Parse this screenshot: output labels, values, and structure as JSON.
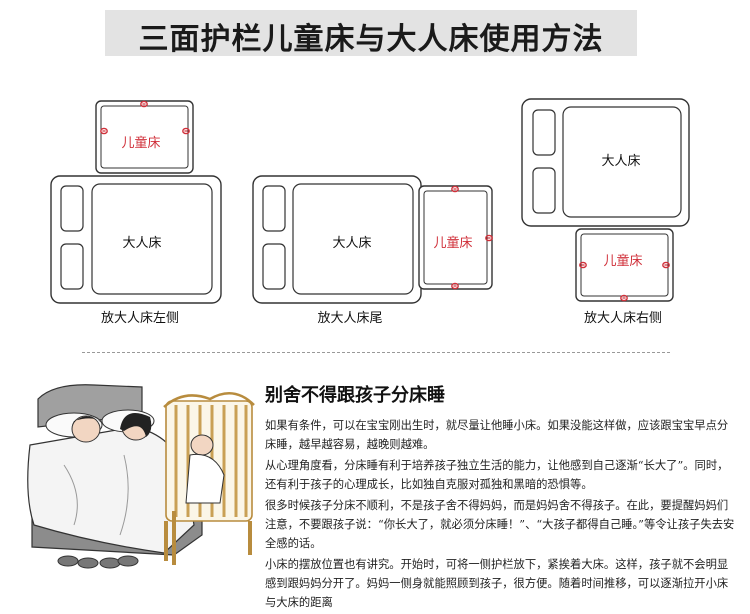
{
  "title": "三面护栏儿童床与大人床使用方法",
  "diagram": {
    "adult_bed_label": "大人床",
    "child_bed_label": "儿童床",
    "captions": {
      "left": "放大人床左侧",
      "tail": "放大人床尾",
      "right": "放大人床右侧"
    }
  },
  "article": {
    "heading": "别舍不得跟孩子分床睡",
    "paragraphs": [
      "如果有条件，可以在宝宝刚出生时，就尽量让他睡小床。如果没能这样做，应该跟宝宝早点分床睡，越早越容易，越晚则越难。",
      "从心理角度看，分床睡有利于培养孩子独立生活的能力，让他感到自己逐渐“长大了”。同时，还有利于孩子的心理成长，比如独自克服对孤独和黑暗的恐惧等。",
      "很多时候孩子分床不顺利，不是孩子舍不得妈妈，而是妈妈舍不得孩子。在此，要提醒妈妈们注意，不要跟孩子说：“你长大了，就必须分床睡！”、“大孩子都得自己睡。”等令让孩子失去安全感的话。",
      "小床的摆放位置也有讲究。开始时，可将一侧护栏放下，紧挨着大床。这样，孩子就不会明显感到跟妈妈分开了。妈妈一侧身就能照顾到孩子，很方便。随着时间推移，可以逐渐拉开小床与大床的距离"
    ]
  }
}
